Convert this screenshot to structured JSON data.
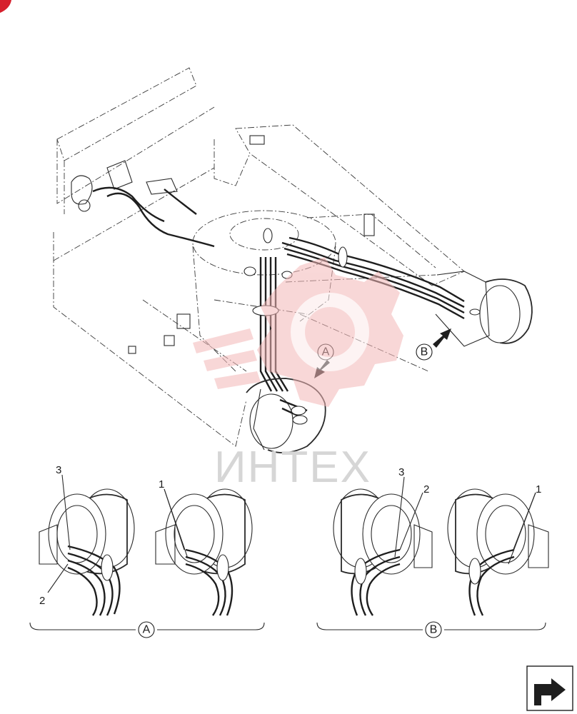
{
  "main_view": {
    "detail_a_marker": "A",
    "detail_b_marker": "B"
  },
  "watermark": {
    "text": "ИНТЕХ",
    "color": "#f4b8b8"
  },
  "detail_a": {
    "label": "A",
    "callouts": [
      "3",
      "2",
      "1"
    ]
  },
  "detail_b": {
    "label": "B",
    "callouts": [
      "3",
      "2",
      "1"
    ]
  },
  "nav_icon": "next-page-arrow-icon",
  "corner_mark_color": "#d61f2c"
}
